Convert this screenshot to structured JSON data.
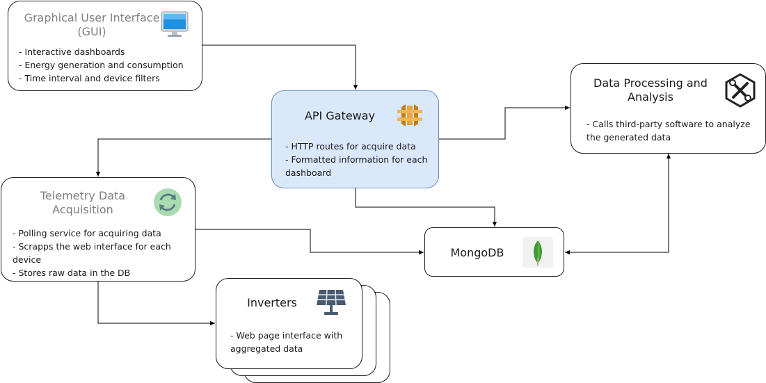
{
  "nodes": {
    "gui": {
      "title": "Graphical User Interface (GUI)",
      "icon": "desktop-monitor-icon",
      "bullets": [
        "- Interactive dashboards",
        "- Energy generation and consumption",
        "- Time interval and device filters"
      ]
    },
    "api": {
      "title": "API Gateway",
      "icon": "aws-api-gateway-icon",
      "fill": "#dae8fc",
      "stroke": "#6c8ebf",
      "bullets": [
        "- HTTP routes for acquire data",
        "- Formatted information for each dashboard"
      ]
    },
    "dpa": {
      "title": "Data Processing and Analysis",
      "icon": "tools-hexagon-icon",
      "bullets": [
        "- Calls third-party software to analyze the generated data"
      ]
    },
    "tda": {
      "title": "Telemetry Data Acquisition",
      "icon": "refresh-cycle-icon",
      "bullets": [
        "- Polling service for acquiring data",
        "- Scrapps the web interface for each device",
        "- Stores raw data in the DB"
      ]
    },
    "mongo": {
      "title": "MongoDB",
      "icon": "mongodb-leaf-icon"
    },
    "inv": {
      "title": "Inverters",
      "icon": "solar-panel-icon",
      "bullets": [
        "- Web page interface with aggregated data"
      ]
    }
  },
  "edges": [
    {
      "from": "gui",
      "to": "api",
      "direction": "forward"
    },
    {
      "from": "api",
      "to": "tda",
      "direction": "forward"
    },
    {
      "from": "api",
      "to": "dpa",
      "direction": "forward"
    },
    {
      "from": "api",
      "to": "mongo",
      "direction": "forward"
    },
    {
      "from": "tda",
      "to": "mongo",
      "direction": "forward"
    },
    {
      "from": "tda",
      "to": "inv",
      "direction": "forward"
    },
    {
      "from": "mongo",
      "to": "dpa",
      "direction": "both"
    }
  ]
}
